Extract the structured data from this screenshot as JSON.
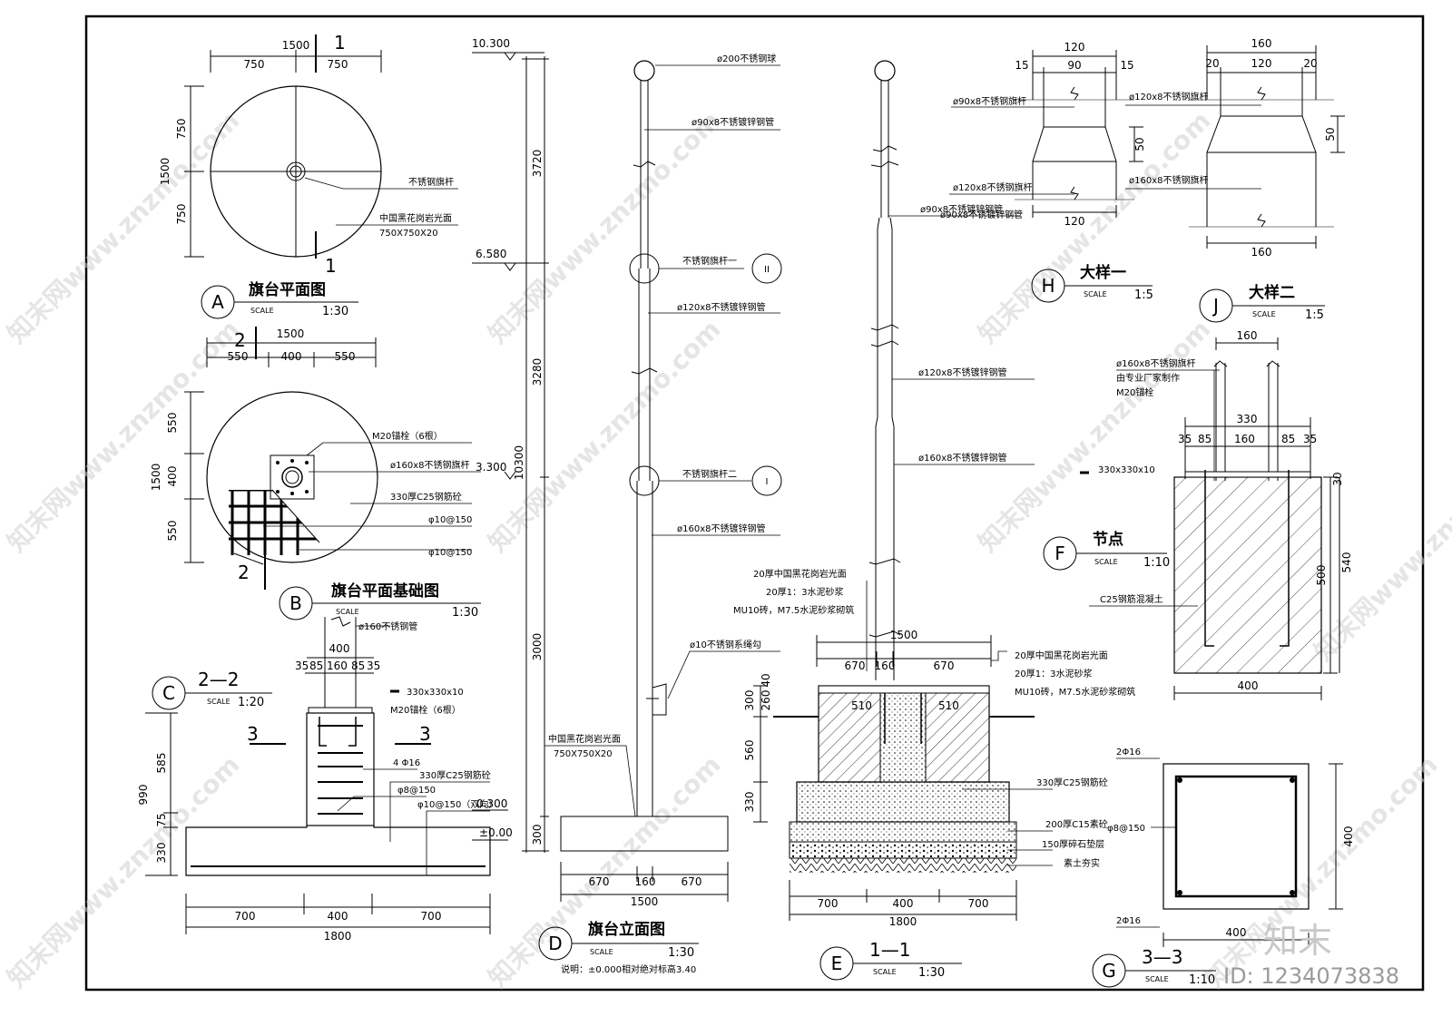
{
  "watermark": {
    "text": "知末网www.znzmo.com",
    "brand": "知末",
    "id": "ID: 1234073838"
  },
  "A": {
    "letter": "A",
    "title": "旗台平面图",
    "scale_word": "SCALE",
    "scale": "1:30",
    "dim_total": "1500",
    "dim_half_l": "750",
    "dim_half_r": "750",
    "dim_v_total": "1500",
    "dim_v_top": "750",
    "dim_v_bot": "750",
    "sec_mark": "1",
    "label_pole": "不锈钢旗杆",
    "label_granite": "中国黑花岗岩光面",
    "label_granite_size": "750X750X20"
  },
  "B": {
    "letter": "B",
    "title": "旗台平面基础图",
    "scale_word": "SCALE",
    "scale": "1:30",
    "dim_total": "1500",
    "dim_l": "550",
    "dim_m": "400",
    "dim_r": "550",
    "dim_v_total": "1500",
    "dim_v_top": "550",
    "dim_v_mid": "400",
    "dim_v_bot": "550",
    "sec_mark": "2",
    "label_bolt": "M20锚栓（6根）",
    "label_pole": "ø160x8不锈钢旗杆",
    "label_conc": "330厚C25钢筋砼",
    "label_rebar1": "φ10@150",
    "label_rebar2": "φ10@150"
  },
  "C": {
    "letter": "C",
    "title": "2—2",
    "scale_word": "SCALE",
    "scale": "1:20",
    "label_pipe": "ø160不锈钢管",
    "dim_400": "400",
    "dims_top": [
      "35",
      "85",
      "160",
      "85",
      "35"
    ],
    "label_plate": "330x330x10",
    "label_bolt": "M20锚栓（6根）",
    "sec_mark": "3",
    "label_rebar": "4 Φ16",
    "label_conc": "330厚C25钢筋砼",
    "label_stirrup": "φ8@150",
    "label_rebar2": "φ10@150（双向）",
    "dims_v": [
      "990",
      "585",
      "75",
      "330"
    ],
    "dims_bottom": [
      "700",
      "400",
      "700"
    ],
    "dim_total": "1800"
  },
  "D": {
    "letter": "D",
    "title": "旗台立面图",
    "scale_word": "SCALE",
    "scale": "1:30",
    "elev_top": "10.300",
    "elev_mid": "6.580",
    "elev_low": "3.300",
    "elev_base": "0.300",
    "elev_zero": "±0.00",
    "dim_total": "10300",
    "dims_v": [
      "3720",
      "3280",
      "3000",
      "300"
    ],
    "label_ball": "ø200不锈钢球",
    "label_p90": "ø90x8不锈镀锌钢管",
    "label_pole1": "不锈钢旗杆一",
    "label_p120": "ø120x8不锈镀锌钢管",
    "label_pole2": "不锈钢旗杆二",
    "label_p160": "ø160x8不锈镀锌钢管",
    "label_hook": "ø10不锈钢系绳勾",
    "label_granite": "中国黑花岗岩光面",
    "label_granite_size": "750X750X20",
    "ref1": "II",
    "ref2": "I",
    "dims_bottom": [
      "670",
      "160",
      "670"
    ],
    "dim_total_b": "1500",
    "note": "说明：±0.000相对绝对标高3.40"
  },
  "E": {
    "letter": "E",
    "title": "1—1",
    "scale_word": "SCALE",
    "scale": "1:30",
    "label_p90": "ø90x8不锈镀锌钢管",
    "label_p120": "ø120x8不锈镀锌钢管",
    "label_p160": "ø160x8不锈镀锌钢管",
    "layers_left": [
      "20厚中国黑花岗岩光面",
      "20厚1：3水泥砂浆",
      "MU10砖，M7.5水泥砂浆砌筑"
    ],
    "layers_right": [
      "20厚中国黑花岗岩光面",
      "20厚1：3水泥砂浆",
      "MU10砖，M7.5水泥砂浆砌筑"
    ],
    "dim_top_total": "1500",
    "dims_top": [
      "670",
      "160",
      "670"
    ],
    "dim_510": "510",
    "dims_v": [
      "300",
      "260",
      "40",
      "560",
      "330"
    ],
    "label_conc": "330厚C25钢筋砼",
    "label_c15": "200厚C15素砼",
    "label_gravel": "150厚碎石垫层",
    "label_soil": "素土夯实",
    "dims_bottom": [
      "700",
      "400",
      "700"
    ],
    "dim_total": "1800"
  },
  "H": {
    "letter": "H",
    "title": "大样一",
    "scale_word": "SCALE",
    "scale": "1:5",
    "dim_top": "120",
    "dims_top": [
      "15",
      "90",
      "15"
    ],
    "dim_v": "50",
    "dim_bot": "120",
    "label_p90": "ø90x8不锈钢旗杆",
    "label_p120": "ø120x8不锈钢旗杆",
    "label_p90b": "ø90x8不锈镀锌钢管"
  },
  "J": {
    "letter": "J",
    "title": "大样二",
    "scale_word": "SCALE",
    "scale": "1:5",
    "dim_top": "160",
    "dims_top": [
      "20",
      "120",
      "20"
    ],
    "dim_v": "50",
    "dim_bot": "160",
    "label_p120": "ø120x8不锈钢旗杆",
    "label_p160": "ø160x8不锈钢旗杆"
  },
  "F": {
    "letter": "F",
    "title": "节点",
    "scale_word": "SCALE",
    "scale": "1:10",
    "dim_top": "160",
    "label_pole": "ø160x8不锈钢旗杆",
    "label_maker": "由专业厂家制作",
    "label_bolt": "M20锚栓",
    "dim_330": "330",
    "dims_top": [
      "35",
      "85",
      "160",
      "85",
      "35"
    ],
    "label_plate": "330x330x10",
    "dims_v": [
      "30",
      "500",
      "540"
    ],
    "label_conc": "C25钢筋混凝土",
    "dim_bottom": "400"
  },
  "G": {
    "letter": "G",
    "title": "3—3",
    "scale_word": "SCALE",
    "scale": "1:10",
    "label_top": "2Φ16",
    "label_mid": "φ8@150",
    "label_bot": "2Φ16",
    "dim_v": "400",
    "dim_bottom": "400"
  }
}
